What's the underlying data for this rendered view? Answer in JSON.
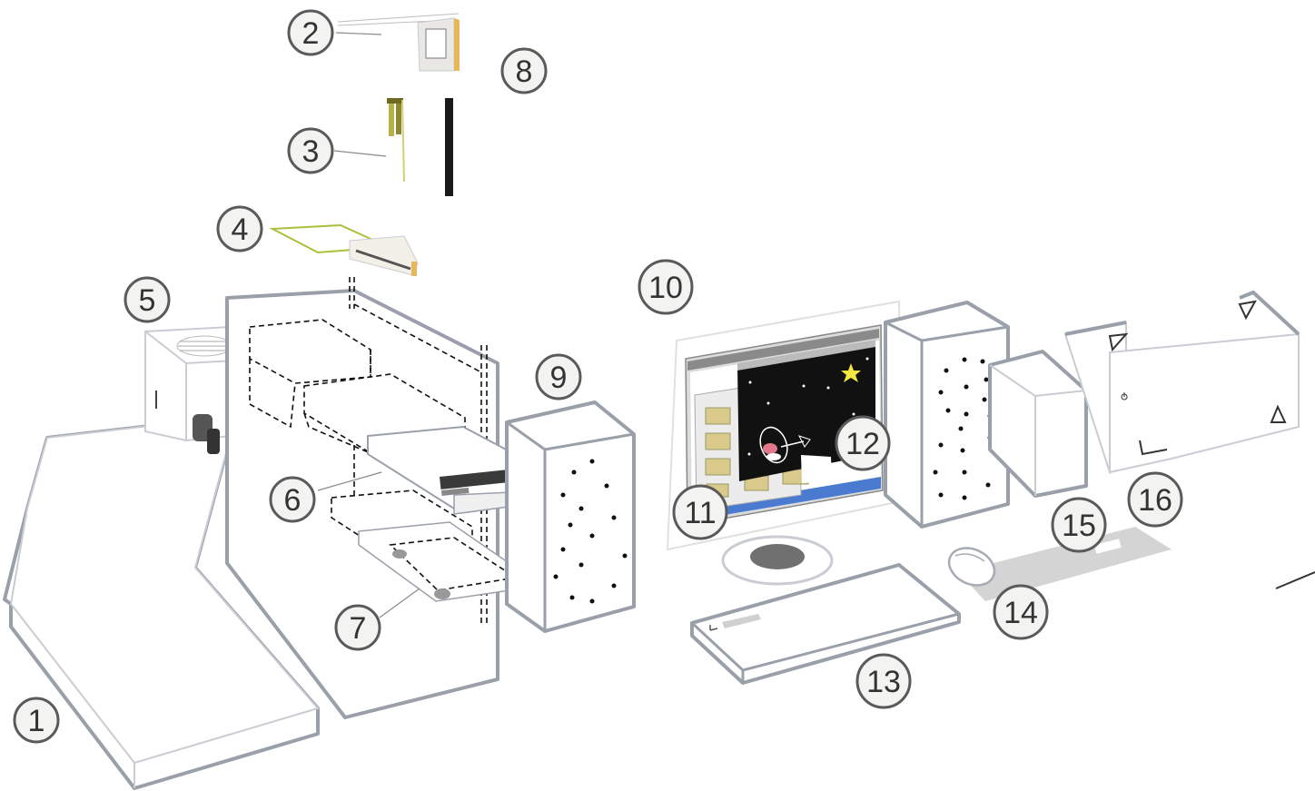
{
  "callouts": [
    {
      "id": "1",
      "label": "1"
    },
    {
      "id": "2",
      "label": "2"
    },
    {
      "id": "3",
      "label": "3"
    },
    {
      "id": "4",
      "label": "4"
    },
    {
      "id": "5",
      "label": "5"
    },
    {
      "id": "6",
      "label": "6"
    },
    {
      "id": "7",
      "label": "7"
    },
    {
      "id": "8",
      "label": "8"
    },
    {
      "id": "9",
      "label": "9"
    },
    {
      "id": "10",
      "label": "10"
    },
    {
      "id": "11",
      "label": "11"
    },
    {
      "id": "12",
      "label": "12"
    },
    {
      "id": "13",
      "label": "13"
    },
    {
      "id": "14",
      "label": "14"
    },
    {
      "id": "15",
      "label": "15"
    },
    {
      "id": "16",
      "label": "16"
    }
  ],
  "colors": {
    "outline": "#9aa0aa",
    "callout_fill": "#f3f3f1",
    "callout_stroke": "#5a5a5a",
    "screen_dark": "#111111",
    "folder": "#d9c98a",
    "card_green": "#a8c13a",
    "shadow": "#d4d4d4"
  }
}
